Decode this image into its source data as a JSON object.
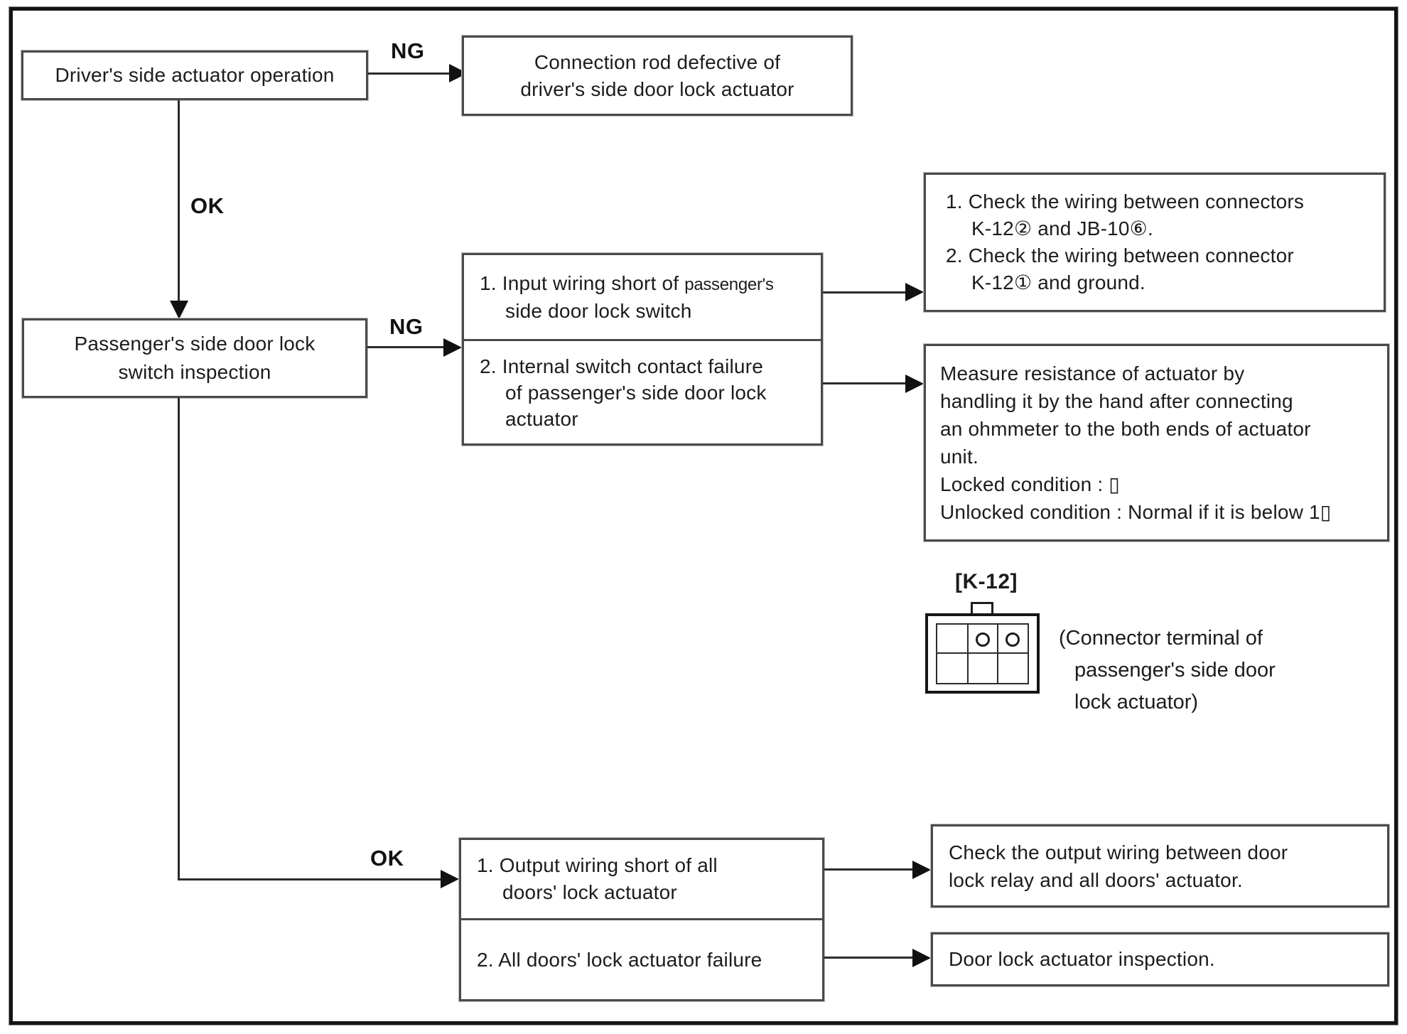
{
  "diagram": {
    "labels": {
      "ng1": "NG",
      "ok1": "OK",
      "ng2": "NG",
      "ok2": "OK"
    },
    "boxes": {
      "driver": {
        "text": "Driver's side actuator operation"
      },
      "conn_rod": {
        "line1": "Connection rod defective of",
        "line2": "driver's side door lock actuator"
      },
      "passenger": {
        "line1": "Passenger's side door lock",
        "line2": "switch inspection"
      },
      "mid": {
        "item1_prefix": "1. Input wiring short of ",
        "item1_small": "passenger's",
        "item1_line2": "side door lock switch",
        "item2_line1": "2. Internal switch contact failure",
        "item2_line2": "of passenger's side door lock",
        "item2_line3": "actuator"
      },
      "wiring": {
        "l1": "1. Check the wiring between connectors",
        "l2": "K-12② and JB-10⑥.",
        "l3": "2. Check the wiring between connector",
        "l4": "K-12① and ground."
      },
      "measure": {
        "l1": "Measure resistance of actuator by",
        "l2": "handling it by the hand after connecting",
        "l3": "an ohmmeter to the both ends of actuator",
        "l4": "unit.",
        "l5": "Locked condition : ▯",
        "l6": "Unlocked condition : Normal if it is below 1▯"
      },
      "bottom": {
        "item1_line1": "1. Output wiring short of all",
        "item1_line2": "doors' lock actuator",
        "item2": "2. All doors' lock actuator failure"
      },
      "out_wiring": {
        "line1": "Check the output wiring between door",
        "line2": "lock relay and all doors' actuator."
      },
      "inspection": {
        "text": "Door lock actuator inspection."
      }
    },
    "connector": {
      "label": "[K-12]",
      "caption_line1": "(Connector terminal of",
      "caption_line2": "passenger's side door",
      "caption_line3": "lock actuator)"
    },
    "colors": {
      "background": "#ffffff",
      "ink": "#1c1c1c"
    }
  }
}
